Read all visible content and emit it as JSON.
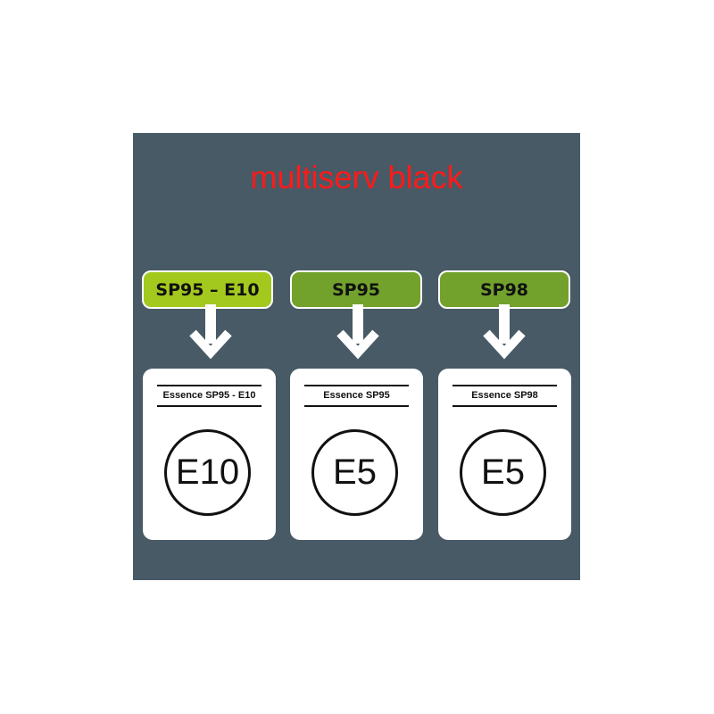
{
  "title": "multiserv black",
  "colors": {
    "background_panel": "#475a66",
    "title": "#ff1a1a",
    "pill_e10": "#a3c81e",
    "pill_sp95": "#72a22c",
    "pill_sp98": "#72a22c",
    "card": "#ffffff"
  },
  "fuels": [
    {
      "pill_label": "SP95 – E10",
      "card_label": "Essence SP95 - E10",
      "badge": "E10"
    },
    {
      "pill_label": "SP95",
      "card_label": "Essence SP95",
      "badge": "E5"
    },
    {
      "pill_label": "SP98",
      "card_label": "Essence SP98",
      "badge": "E5"
    }
  ],
  "icons": {
    "arrow": "arrow-down-icon"
  }
}
